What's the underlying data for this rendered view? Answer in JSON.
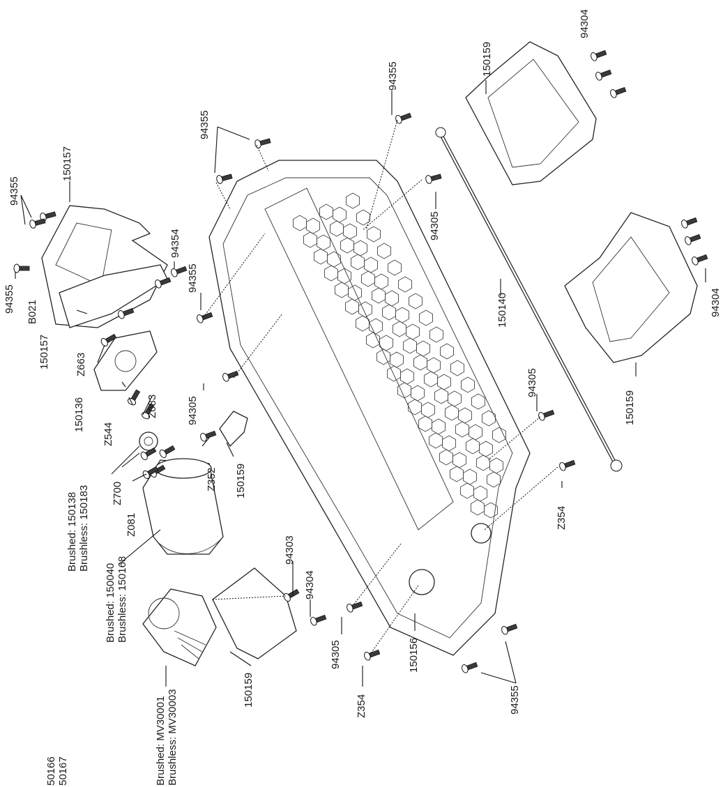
{
  "labels": {
    "l_94355_top": "94355",
    "l_150159_tr": "150159",
    "l_94304_tr": "94304",
    "l_94355_mid": "94355",
    "l_94355_tl": "94355",
    "l_150157_top": "150157",
    "l_94305_r": "94305",
    "l_94355_left": "94355",
    "l_b021": "B021",
    "l_94354": "94354",
    "l_94355_chassis": "94355",
    "l_150140": "150140",
    "l_94304_r": "94304",
    "l_150157_bot": "150157",
    "l_z663": "Z663",
    "l_150136": "150136",
    "l_z083": "Z083",
    "l_94305_mid": "94305",
    "l_94305_mid2": "94305",
    "l_150159_r": "150159",
    "l_z544": "Z544",
    "l_z352": "Z352",
    "l_150159_clip": "150159",
    "l_z700": "Z700",
    "l_z081": "Z081",
    "l_brushed_pinion": "Brushed: 150138",
    "l_brushless_pinion": "Brushless: 150183",
    "l_z354_r": "Z354",
    "l_brushed_motor": "Brushed: 150040",
    "l_brushless_motor": "Brushless: 150168",
    "l_94303": "94303",
    "l_94304_b": "94304",
    "l_94305_b": "94305",
    "l_150156": "150156",
    "l_z354_b": "Z354",
    "l_94355_br": "94355",
    "l_150159_b": "150159",
    "l_brushed_esc": "Brushed: MV30001",
    "l_brushless_esc": "Brushless: MV30003",
    "l_cut_1": "50166",
    "l_cut_2": "50167"
  }
}
